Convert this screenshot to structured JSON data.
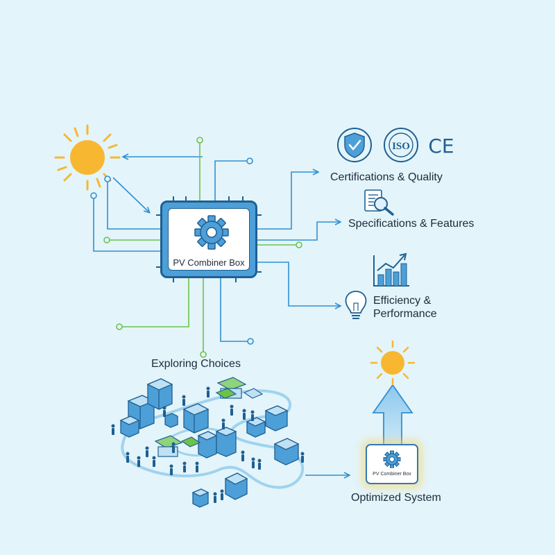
{
  "main_box": {
    "label": "PV Combiner Box",
    "icon": "gear-icon"
  },
  "features": [
    {
      "label": "Certifications & Quality",
      "icons": [
        "shield-check-icon",
        "iso-badge-icon",
        "ce-mark-icon"
      ],
      "badge_text": "ISO",
      "ce_text": "CE"
    },
    {
      "label": "Specifications & Features",
      "icons": [
        "document-magnifier-icon"
      ]
    },
    {
      "label_line1": "Efficiency &",
      "label_line2": "Performance",
      "icons": [
        "bar-chart-growth-icon",
        "lightbulb-icon"
      ]
    }
  ],
  "exploring": {
    "label": "Exploring Choices"
  },
  "optimized": {
    "label": "Optimized System",
    "box_label": "PV Combiner Box"
  },
  "colors": {
    "background": "#e3f4fa",
    "blue_line": "#2f8fd1",
    "green_line": "#6cc24a",
    "sun": "#f7b731",
    "box_blue": "#4d9fd8",
    "dark_blue": "#1f5f91"
  }
}
